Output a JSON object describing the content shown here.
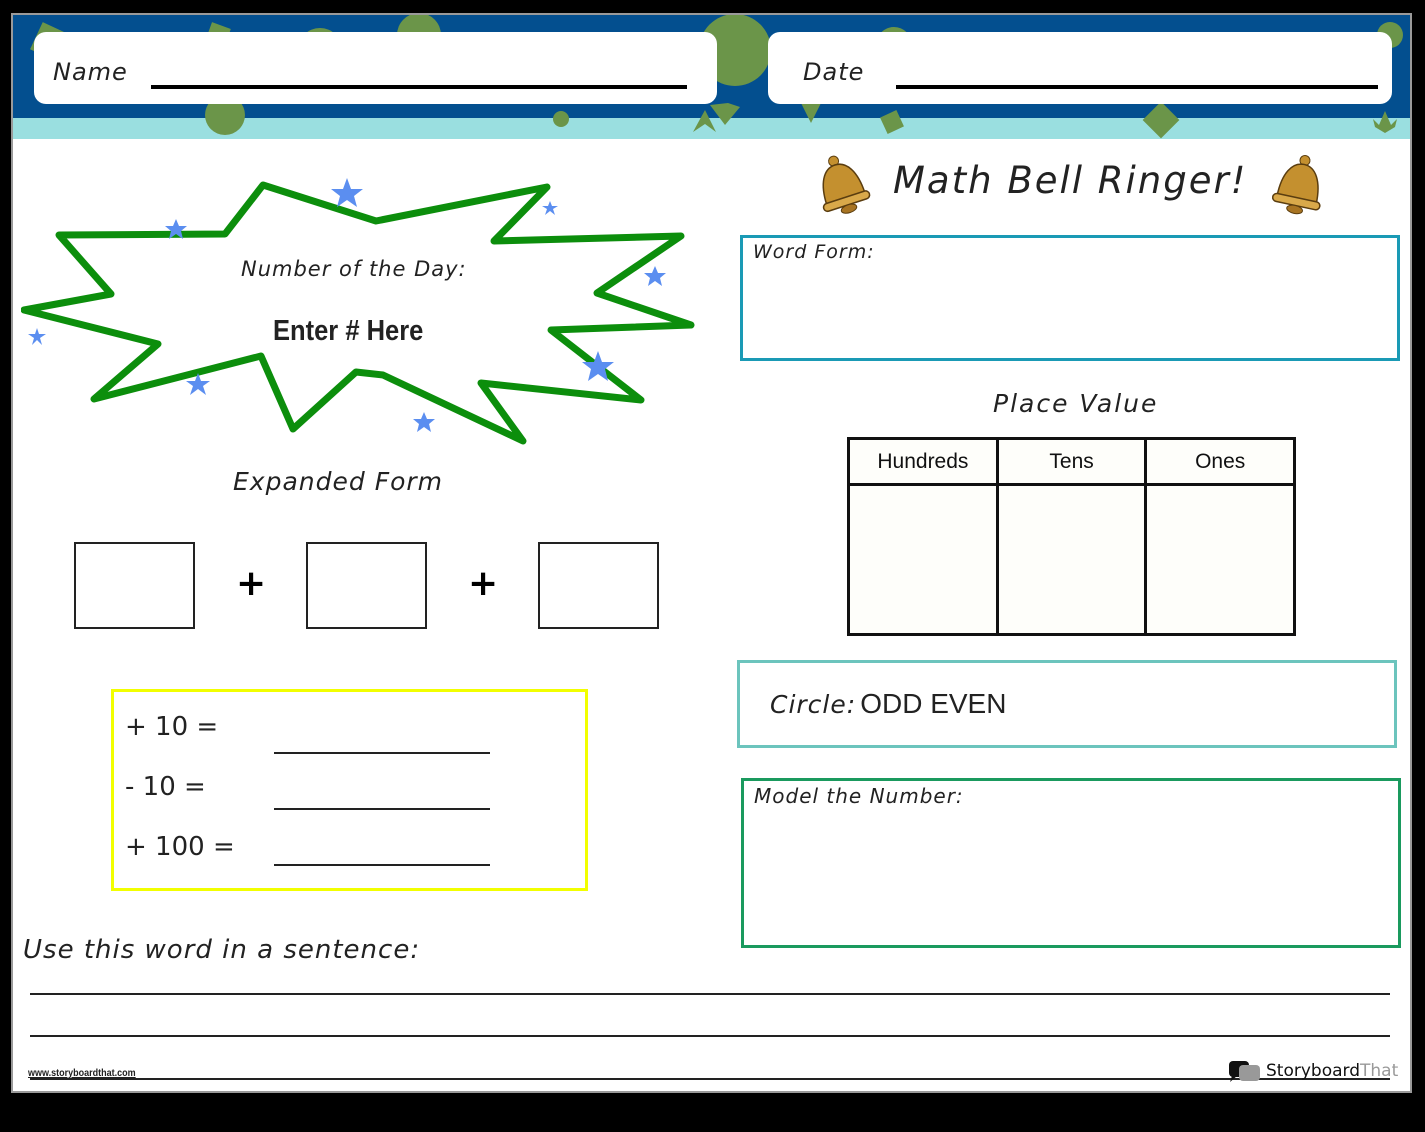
{
  "header": {
    "name_label": "Name",
    "date_label": "Date",
    "colors": {
      "band_dark": "#034f8f",
      "band_light": "#9adfe0",
      "shapes": "#6b9549"
    }
  },
  "title": {
    "text": "Math Bell Ringer!",
    "icons": [
      "bell-icon",
      "bell-icon"
    ]
  },
  "number_of_day": {
    "label": "Number of the Day:",
    "value": "Enter # Here",
    "burst_color": "#0c8e0c",
    "star_color": "#5b8ef0"
  },
  "expanded_form": {
    "title": "Expanded Form",
    "boxes": 3,
    "operator": "+"
  },
  "operations": {
    "border_color": "#f2ff00",
    "rows": [
      {
        "label": "+ 10 ="
      },
      {
        "label": "- 10 ="
      },
      {
        "label": "+ 100 ="
      }
    ]
  },
  "word_form": {
    "label": "Word Form:",
    "border_color": "#1a9ab5"
  },
  "place_value": {
    "title": "Place Value",
    "columns": [
      "Hundreds",
      "Tens",
      "Ones"
    ]
  },
  "circle": {
    "label": "Circle:",
    "options": "ODD EVEN"
  },
  "model": {
    "label": "Model the Number:"
  },
  "sentence": {
    "label": "Use this word in a sentence:"
  },
  "footer": {
    "url": "www.storyboardthat.com",
    "brand_dark": "Storyboard",
    "brand_light": "That"
  }
}
